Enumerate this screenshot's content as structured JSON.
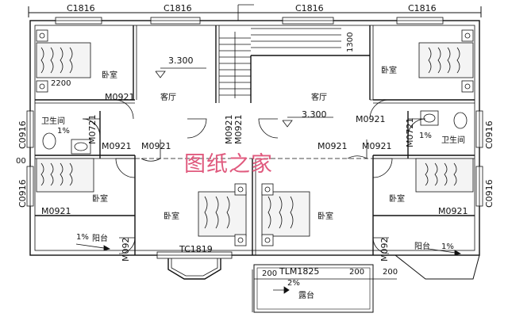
{
  "watermark": "图纸之家",
  "windows": {
    "top": [
      "C1816",
      "C1816",
      "C1816",
      "C1816"
    ],
    "side_left": [
      "C0916",
      "C0916"
    ],
    "side_right": [
      "C0916",
      "C0916"
    ],
    "tc": "TC1819",
    "tlm": "TLM1825"
  },
  "doors": {
    "m0921": "M0921",
    "m0721": "M0721",
    "m0921_rotated": "M0921",
    "m092": "M092"
  },
  "rooms": {
    "bedroom": "卧室",
    "living": "客厅",
    "bathroom": "卫生间",
    "balcony": "阳台",
    "terrace": "露台"
  },
  "levels": {
    "elev": "3.300"
  },
  "dims": {
    "d2200": "2200",
    "d1300": "1300",
    "d200": "200",
    "d00": "00"
  },
  "slopes": {
    "pct1": "1%",
    "pct2": "2%"
  }
}
